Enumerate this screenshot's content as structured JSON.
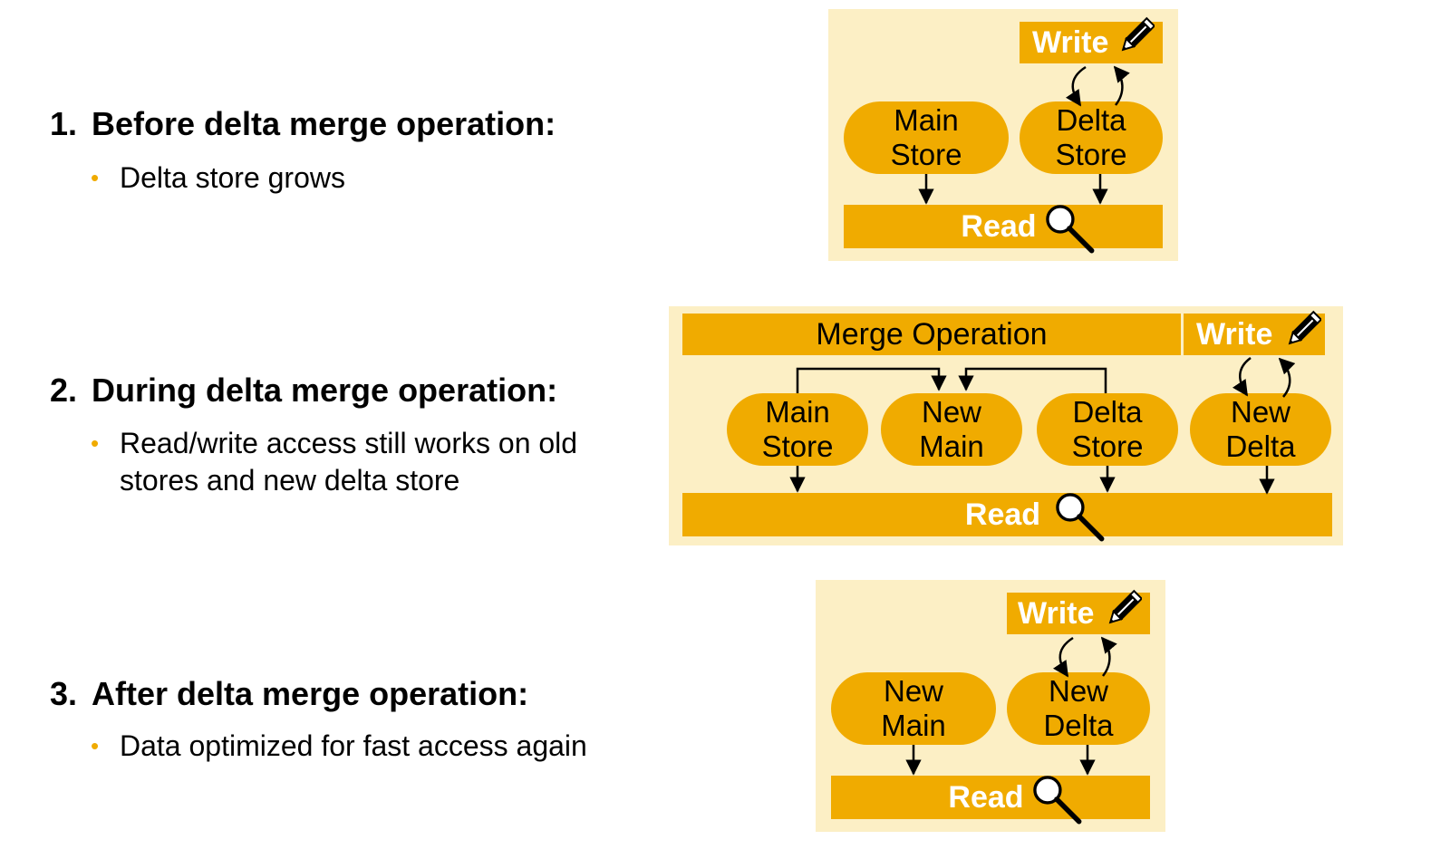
{
  "steps": [
    {
      "number": "1.",
      "title": "Before delta merge operation:",
      "bullet": "Delta store grows"
    },
    {
      "number": "2.",
      "title": "During delta merge operation:",
      "bullet_line1": "Read/write access still works on old",
      "bullet_line2": "stores and new delta store"
    },
    {
      "number": "3.",
      "title": "After delta merge operation:",
      "bullet": "Data optimized for fast access again"
    }
  ],
  "bullet_symbol": "•",
  "diagram1": {
    "write": "Write",
    "read": "Read",
    "main_store": [
      "Main",
      "Store"
    ],
    "delta_store": [
      "Delta",
      "Store"
    ]
  },
  "diagram2": {
    "merge": "Merge Operation",
    "write": "Write",
    "read": "Read",
    "main_store": [
      "Main",
      "Store"
    ],
    "new_main": [
      "New",
      "Main"
    ],
    "delta_store": [
      "Delta",
      "Store"
    ],
    "new_delta": [
      "New",
      "Delta"
    ]
  },
  "diagram3": {
    "write": "Write",
    "read": "Read",
    "new_main": [
      "New",
      "Main"
    ],
    "new_delta": [
      "New",
      "Delta"
    ]
  },
  "colors": {
    "accent": "#f0ab00",
    "panel": "#fcefc5",
    "bullet": "#f0ab00"
  },
  "icons": {
    "write": "pencil-icon",
    "read": "magnifier-icon"
  }
}
